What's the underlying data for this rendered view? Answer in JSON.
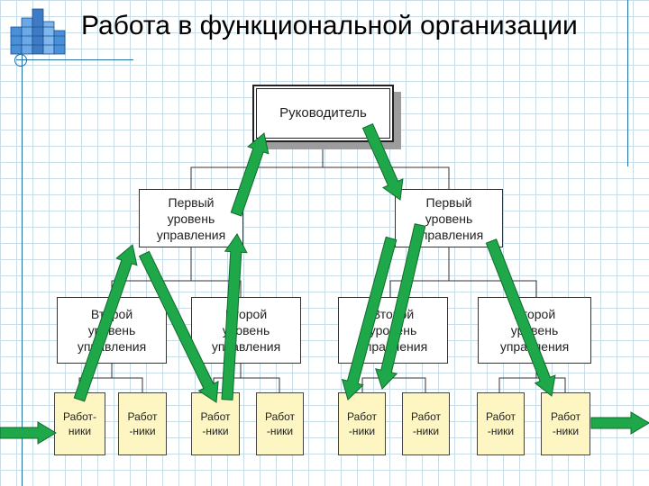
{
  "slide": {
    "title": "Работа в функциональной организации"
  },
  "org": {
    "head": "Руководитель",
    "level1": [
      "Первый\nуровень\nуправления",
      "Первый\nуровень\nуправления"
    ],
    "level2": [
      "Второй\nуровень\nуправления",
      "Второй\nуровень\nуправления",
      "Второй\nуровень\nуправления",
      "Второй\nуровень\nуправления"
    ],
    "workers": [
      "Работ-\nники",
      "Работ\n-ники",
      "Работ\n-ники",
      "Работ\n-ники",
      "Работ\n-ники",
      "Работ\n-ники",
      "Работ\n-ники",
      "Работ\n-ники"
    ]
  },
  "colors": {
    "arrow_fill": "#1fa84a",
    "arrow_stroke": "#0e6b2b",
    "worker_bg": "#fdf6c3",
    "grid": "#c9dde8",
    "accent_rule": "#1f6fa8"
  },
  "icons": {
    "logo": "building-cubes-icon"
  }
}
